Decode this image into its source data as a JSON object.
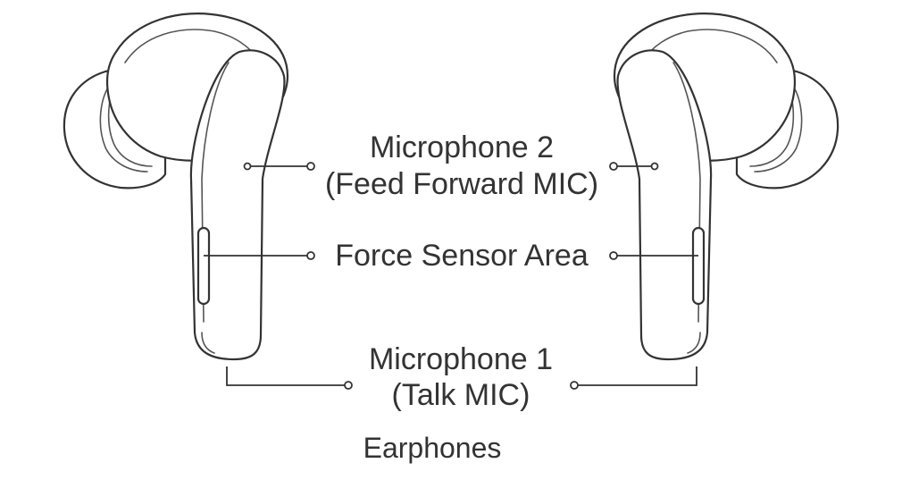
{
  "labels": {
    "mic2_line1": "Microphone 2",
    "mic2_line2": "(Feed Forward MIC)",
    "force_sensor": "Force Sensor Area",
    "mic1_line1": "Microphone 1",
    "mic1_line2": "(Talk MIC)",
    "caption": "Earphones"
  },
  "colors": {
    "line": "#333333",
    "background": "#ffffff"
  }
}
